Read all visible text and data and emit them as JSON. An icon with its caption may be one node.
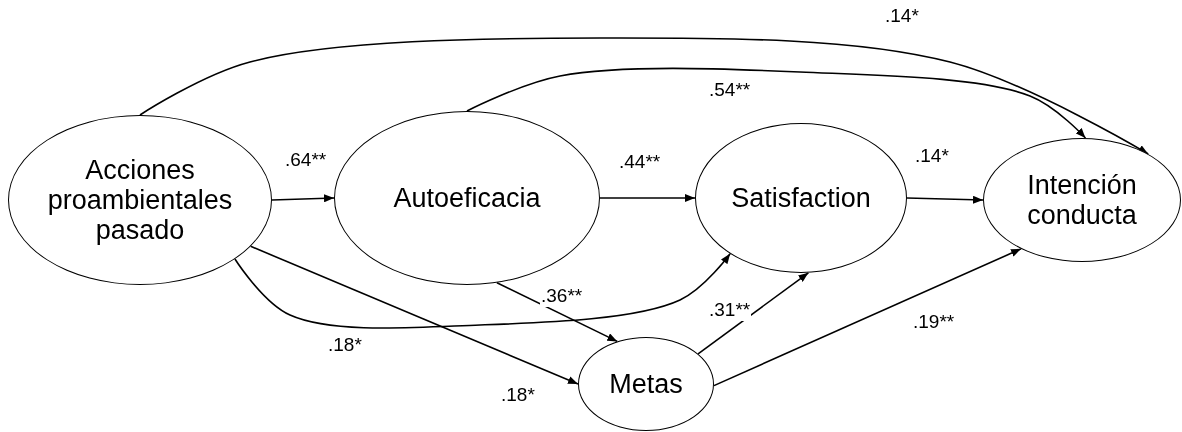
{
  "diagram": {
    "nodes": [
      {
        "text": [
          "Acciones proambientales pasado"
        ]
      },
      {
        "text": [
          "Autoeficacia"
        ]
      },
      {
        "text": [
          "Satisfaction"
        ]
      },
      {
        "text": [
          "Intención conducta"
        ]
      },
      {
        "text": [
          "Metas"
        ]
      }
    ],
    "edges": [
      {
        "from": 0,
        "to": 1,
        "arrow": "to",
        "label": ".64**"
      },
      {
        "from": 1,
        "to": 2,
        "arrow": "to",
        "label": ".44**"
      },
      {
        "from": 2,
        "to": 3,
        "arrow": "to",
        "label": ".14*"
      },
      {
        "from": 0,
        "to": 3,
        "arrow": "to",
        "label": ".14*"
      },
      {
        "from": 1,
        "to": 3,
        "arrow": "to",
        "label": ".54**"
      },
      {
        "from": 0,
        "to": 2,
        "arrow": "to",
        "label": ".18*"
      },
      {
        "from": 0,
        "to": 4,
        "arrow": "to",
        "label": ".18*"
      },
      {
        "from": 1,
        "to": 4,
        "arrow": "to",
        "label": ".36**"
      },
      {
        "from": 4,
        "to": 2,
        "arrow": "to",
        "label": ".31**"
      },
      {
        "from": 4,
        "to": 3,
        "arrow": "to",
        "label": ".19**"
      }
    ]
  }
}
